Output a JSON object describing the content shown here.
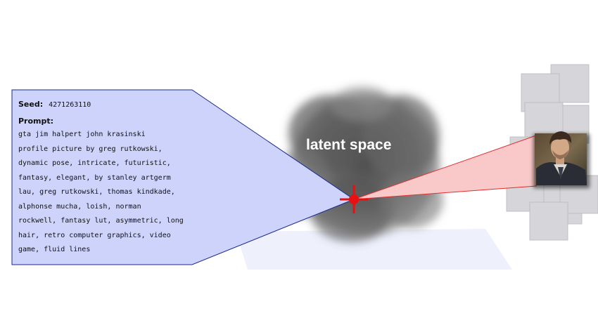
{
  "seed": {
    "label": "Seed:",
    "value": "4271263110"
  },
  "prompt": {
    "label": "Prompt:",
    "lines": [
      "gta jim halpert john krasinski",
      "profile picture by greg rutkowski,",
      "dynamic pose, intricate, futuristic,",
      "fantasy, elegant, by stanley artgerm",
      "lau, greg rutkowski, thomas kindkade,",
      "alphonse mucha, loish, norman",
      "rockwell, fantasy lut, asymmetric, long",
      "hair, retro computer graphics, video",
      "game, fluid lines"
    ]
  },
  "latent_label": "latent space",
  "colors": {
    "panel_fill": "#cdd3fb",
    "panel_stroke": "#1a2a8a",
    "cone_fill": "#f9c9c9",
    "cone_stroke": "#e03030",
    "crosshair": "#e81010",
    "floor": "#eef0fc",
    "card_fill": "#d6d6da",
    "card_stroke": "#b8b8bc"
  },
  "icons": {
    "marker": "crosshair-icon",
    "portrait": "person-portrait-icon"
  }
}
